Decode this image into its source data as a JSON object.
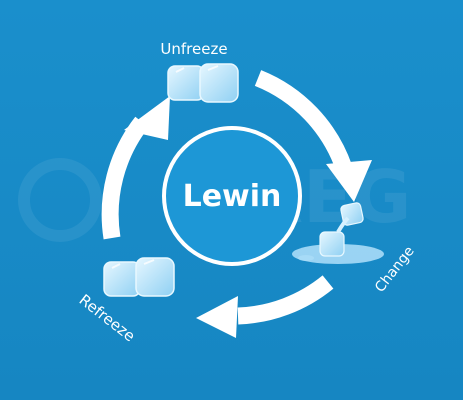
{
  "diagram": {
    "center_label": "Lewin",
    "stages": {
      "unfreeze": "Unfreeze",
      "change": "Change",
      "refreeze": "Refreeze"
    },
    "watermark": "GREG",
    "colors": {
      "background": "#1a8fcc",
      "circle_fill": "#1d97d6",
      "arrow": "#ffffff",
      "ice": "#bfe7fb",
      "water": "#a8dcf7"
    }
  }
}
